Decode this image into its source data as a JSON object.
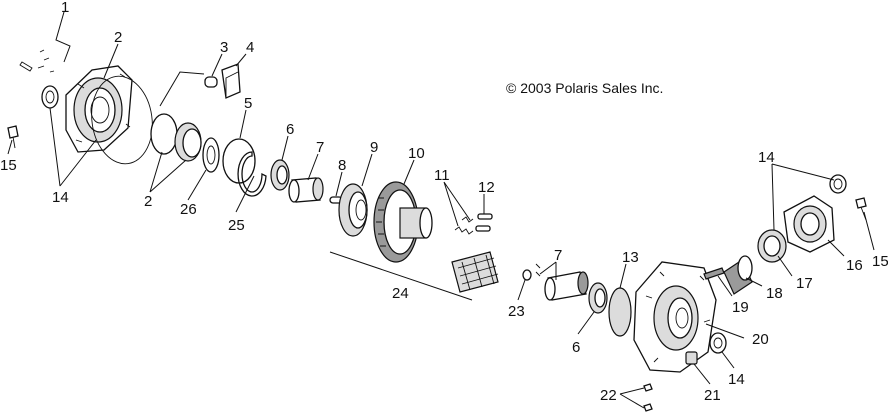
{
  "copyright": "© 2003 Polaris Sales Inc.",
  "labels": {
    "l1": "1",
    "l2a": "2",
    "l2b": "2",
    "l3": "3",
    "l4": "4",
    "l5": "5",
    "l6a": "6",
    "l6b": "6",
    "l7a": "7",
    "l7b": "7",
    "l8": "8",
    "l9": "9",
    "l10": "10",
    "l11": "11",
    "l12": "12",
    "l13": "13",
    "l14a": "14",
    "l14b": "14",
    "l14c": "14",
    "l15a": "15",
    "l15b": "15",
    "l16": "16",
    "l17": "17",
    "l18": "18",
    "l19": "19",
    "l20": "20",
    "l21": "21",
    "l22": "22",
    "l23": "23",
    "l24": "24",
    "l25": "25",
    "l26": "26"
  }
}
